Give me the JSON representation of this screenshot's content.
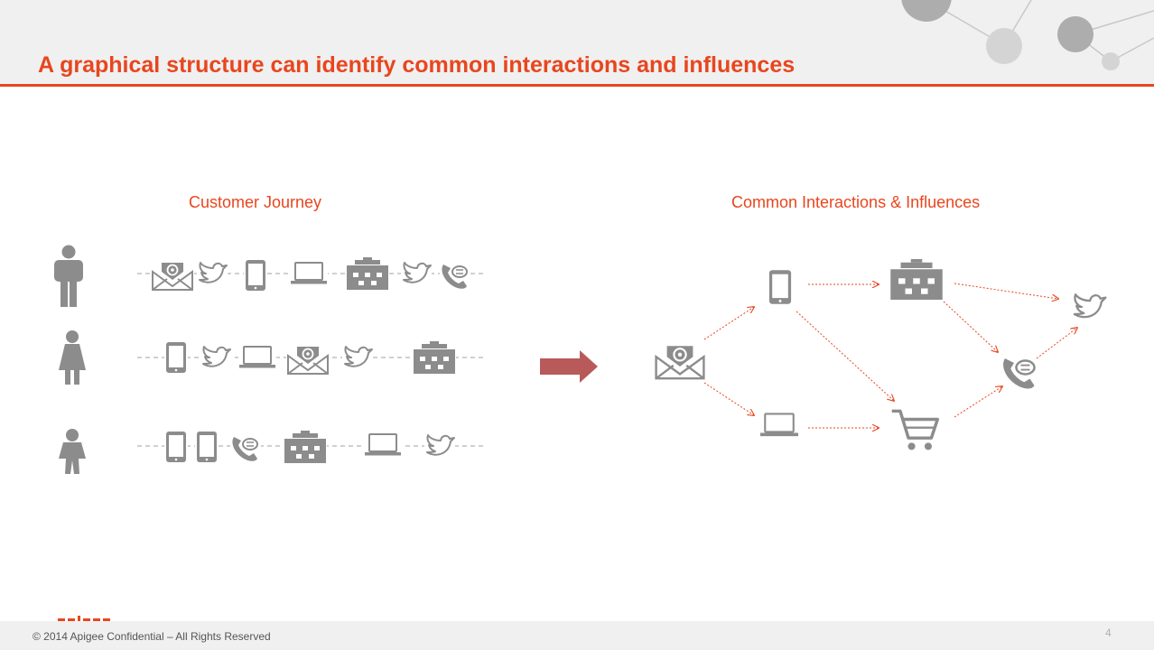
{
  "slide": {
    "title": "A graphical structure can identify common interactions and influences",
    "left_heading": "Customer Journey",
    "right_heading": "Common Interactions & Influences",
    "footer": "© 2014 Apigee Confidential – All Rights Reserved",
    "page_number": "4"
  },
  "colors": {
    "accent": "#e8461e",
    "icon_gray": "#8c8c8c",
    "arrow": "#b85a5a",
    "band": "#f0f0f0"
  },
  "journeys": [
    {
      "person": "man-icon",
      "touchpoints": [
        "email-icon",
        "twitter-icon",
        "tablet-icon",
        "laptop-icon",
        "store-icon",
        "twitter-icon",
        "phone-icon"
      ]
    },
    {
      "person": "woman-icon",
      "touchpoints": [
        "tablet-icon",
        "twitter-icon",
        "laptop-icon",
        "email-icon",
        "twitter-icon",
        "store-icon"
      ]
    },
    {
      "person": "child-icon",
      "touchpoints": [
        "tablet-icon",
        "tablet-icon",
        "phone-icon",
        "store-icon",
        "laptop-icon",
        "twitter-icon"
      ]
    }
  ],
  "network": {
    "nodes": [
      "email-icon",
      "tablet-icon",
      "laptop-icon",
      "store-icon",
      "cart-icon",
      "phone-icon",
      "twitter-icon"
    ],
    "edges": [
      [
        "email-icon",
        "tablet-icon"
      ],
      [
        "email-icon",
        "laptop-icon"
      ],
      [
        "tablet-icon",
        "store-icon"
      ],
      [
        "tablet-icon",
        "cart-icon"
      ],
      [
        "laptop-icon",
        "cart-icon"
      ],
      [
        "store-icon",
        "twitter-icon"
      ],
      [
        "store-icon",
        "phone-icon"
      ],
      [
        "cart-icon",
        "phone-icon"
      ],
      [
        "phone-icon",
        "twitter-icon"
      ]
    ]
  }
}
